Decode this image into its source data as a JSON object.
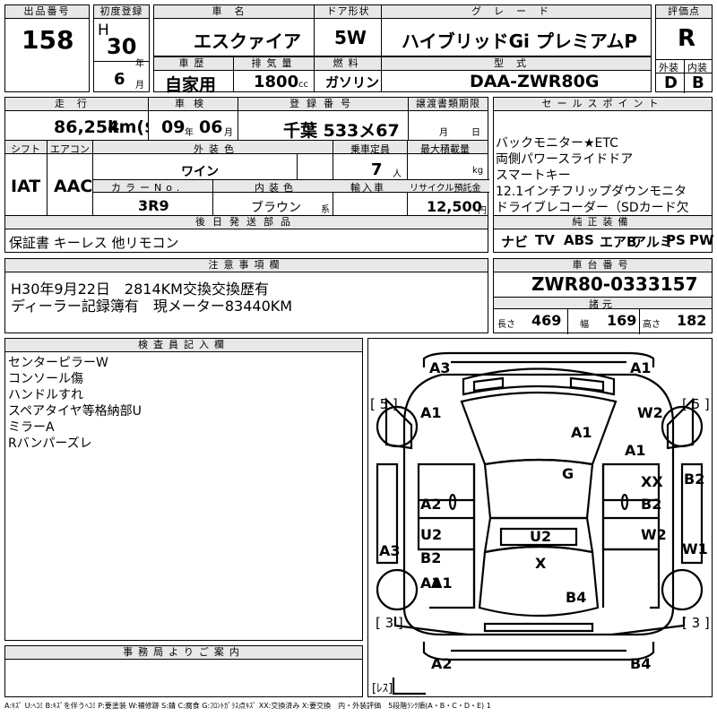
{
  "lot": {
    "label": "出品番号",
    "value": "158"
  },
  "first_reg": {
    "label": "初度登録",
    "era": "H",
    "year": "30",
    "year_unit": "年",
    "month": "6",
    "month_unit": "月"
  },
  "car_name": {
    "label": "車名",
    "value": "エスクァイア"
  },
  "door": {
    "label": "ドア形状",
    "value": "5W"
  },
  "grade": {
    "label": "グレード",
    "value": "ハイブリッドGi プレミアムP"
  },
  "score": {
    "label": "評価点",
    "value": "R",
    "ext_label": "外装",
    "ext_value": "D",
    "int_label": "内装",
    "int_value": "B"
  },
  "history": {
    "label": "車歴",
    "value": "自家用"
  },
  "displacement": {
    "label": "排気量",
    "value": "1800",
    "unit": "cc"
  },
  "fuel": {
    "label": "燃料",
    "value": "ガソリン"
  },
  "model": {
    "label": "型式",
    "value": "DAA-ZWR80G"
  },
  "mileage": {
    "label": "走行",
    "value": "86,254",
    "unit": "km($)"
  },
  "inspection": {
    "label": "車検",
    "year": "09",
    "year_unit": "年",
    "month": "06",
    "month_unit": "月"
  },
  "plate": {
    "label": "登録番号",
    "value": "千葉 533メ67"
  },
  "transfer": {
    "label": "譲渡書類期限",
    "month_unit": "月",
    "day_unit": "日"
  },
  "sales_points": {
    "label": "セールスポイント",
    "lines": [
      "バックモニター★ETC",
      "両側パワースライドドア",
      "スマートキー",
      "12.1インチフリップダウンモニタ",
      "ドライブレコーダー（SDカード欠"
    ]
  },
  "shift": {
    "label": "シフト",
    "value": "IAT"
  },
  "ac": {
    "label": "エアコン",
    "value": "AAC"
  },
  "ext_color": {
    "label": "外装色",
    "value": "ワイン"
  },
  "capacity": {
    "label": "乗車定員",
    "value": "7",
    "unit": "人"
  },
  "max_load": {
    "label": "最大積載量",
    "unit": "kg"
  },
  "color_no": {
    "label": "カラーNo.",
    "value": "3R9"
  },
  "int_color": {
    "label": "内装色",
    "value": "ブラウン",
    "suffix": "系"
  },
  "import": {
    "label": "輸入車"
  },
  "recycle": {
    "label": "リサイクル預託金",
    "value": "12,500",
    "unit": "円"
  },
  "later_parts": {
    "label": "後日発送部品",
    "value": "保証書 キーレス 他リモコン"
  },
  "equipment": {
    "label": "純正装備",
    "items": [
      "ナビ",
      "TV",
      "ABS",
      "エアB",
      "アルミ",
      "PS",
      "PW"
    ]
  },
  "notes": {
    "label": "注意事項欄",
    "lines": [
      "H30年9月22日　2814KM交換交換歴有",
      "ディーラー記録簿有　現メーター83440KM"
    ]
  },
  "chassis": {
    "label": "車台番号",
    "value": "ZWR80-0333157"
  },
  "dims": {
    "label": "諸元",
    "length_label": "長さ",
    "length": "469",
    "width_label": "幅",
    "width": "169",
    "height_label": "高さ",
    "height": "182"
  },
  "inspector": {
    "label": "検査員記入欄",
    "lines": [
      "センターピラーW",
      "コンソール傷",
      "ハンドルすれ",
      "スペアタイヤ等格納部U",
      "ミラーA",
      "Rバンパーズレ"
    ]
  },
  "office": {
    "label": "事務局よりご案内"
  },
  "diagram": {
    "marks": [
      "A3",
      "A1",
      "[ 5 ]",
      "[ 5 ]",
      "A1",
      "W2",
      "A1",
      "A1",
      "G",
      "B2",
      "XX",
      "A2",
      "B2",
      "U2",
      "U2",
      "W2",
      "A3",
      "B2",
      "W1",
      "A1",
      "X",
      "A1",
      "B4",
      "[ 3 ]",
      "[ 3 ]",
      "A2",
      "B4",
      "[ﾚｽ]"
    ]
  },
  "legend": "A:ｷｽﾞ U:ﾍｺﾐ B:ｷｽﾞを伴うﾍｺﾐ P:要塗装 W:補修跡 S:錆 C:腐食 G:ﾌﾛﾝﾄｶﾞﾗｽ点ｷｽﾞ XX:交換済み X:要交換　内・外装評価　5段階ﾗﾝｸ順(A・B・C・D・E) 1"
}
